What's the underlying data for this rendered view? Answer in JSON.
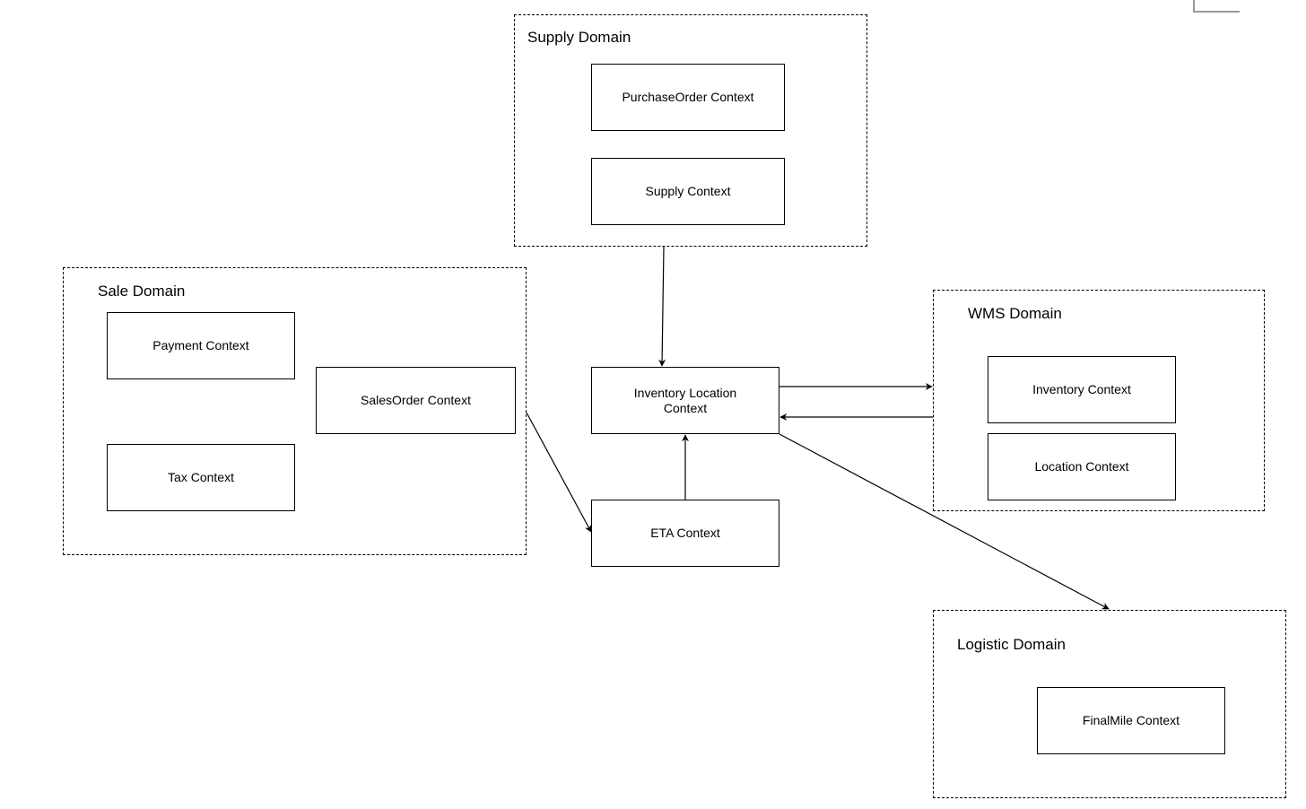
{
  "colors": {
    "stroke": "#000000",
    "background": "#ffffff",
    "corner_mark": "#999999"
  },
  "domains": {
    "supply": {
      "title": "Supply Domain",
      "contexts": {
        "purchase_order": "PurchaseOrder Context",
        "supply": "Supply Context"
      }
    },
    "sale": {
      "title": "Sale Domain",
      "contexts": {
        "payment": "Payment Context",
        "sales_order": "SalesOrder Context",
        "tax": "Tax Context"
      }
    },
    "wms": {
      "title": "WMS Domain",
      "contexts": {
        "inventory": "Inventory Context",
        "location": "Location Context"
      }
    },
    "logistic": {
      "title": "Logistic Domain",
      "contexts": {
        "final_mile": "FinalMile Context"
      }
    }
  },
  "standalone": {
    "inventory_location": [
      "Inventory Location",
      "Context"
    ],
    "eta": "ETA Context"
  },
  "edges": [
    {
      "from": "supply-domain",
      "to": "inventory-location-context"
    },
    {
      "from": "eta-context",
      "to": "inventory-location-context"
    },
    {
      "from": "inventory-location-context",
      "to": "wms-domain"
    },
    {
      "from": "wms-domain",
      "to": "inventory-location-context"
    },
    {
      "from": "inventory-location-context",
      "to": "logistic-domain"
    },
    {
      "from": "sale-domain",
      "to": "eta-context"
    }
  ]
}
